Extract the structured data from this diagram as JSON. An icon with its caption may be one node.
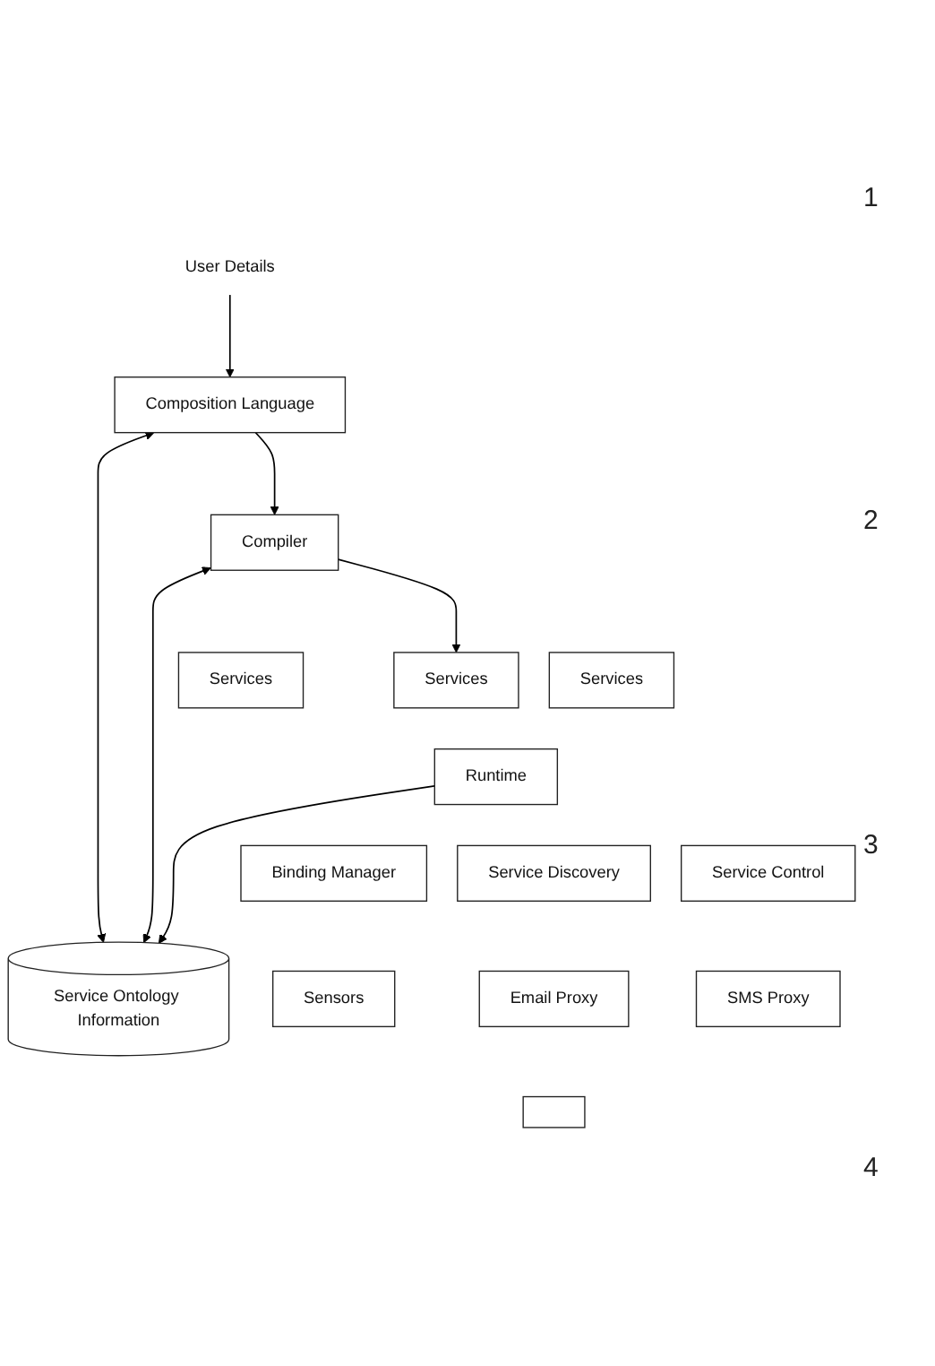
{
  "diagram": {
    "nodes": [
      {
        "text": [
          "User Details"
        ]
      },
      {
        "text": [
          "Composition Language"
        ]
      },
      {
        "text": [
          "Service Ontology Information"
        ]
      },
      {
        "text": [
          "Compiler"
        ]
      },
      {
        "text": [
          "Services"
        ]
      },
      {
        "text": [
          "Services"
        ]
      },
      {
        "text": [
          "Services"
        ]
      },
      {
        "text": [
          "Runtime"
        ]
      },
      {
        "text": [
          "Binding Manager"
        ]
      },
      {
        "text": [
          "Service Discovery"
        ]
      },
      {
        "text": [
          "Service Control"
        ]
      },
      {
        "text": [
          "Sensors"
        ]
      },
      {
        "text": [
          "Email Proxy"
        ]
      },
      {
        "text": [
          "SMS Proxy"
        ]
      },
      {
        "text": [],
        "shape": "box"
      }
    ],
    "edges": [
      {
        "from": 0,
        "to": 1,
        "arrow": "to"
      },
      {
        "from": 1,
        "to": 2,
        "arrow": "both"
      },
      {
        "from": 1,
        "to": 3,
        "arrow": "to"
      },
      {
        "from": 3,
        "to": 2,
        "arrow": "both"
      },
      {
        "from": 3,
        "to": 5,
        "arrow": "to"
      },
      {
        "from": 7,
        "to": 2,
        "arrow": "to"
      }
    ],
    "labels": [
      "1",
      "2",
      "3",
      "4"
    ]
  }
}
